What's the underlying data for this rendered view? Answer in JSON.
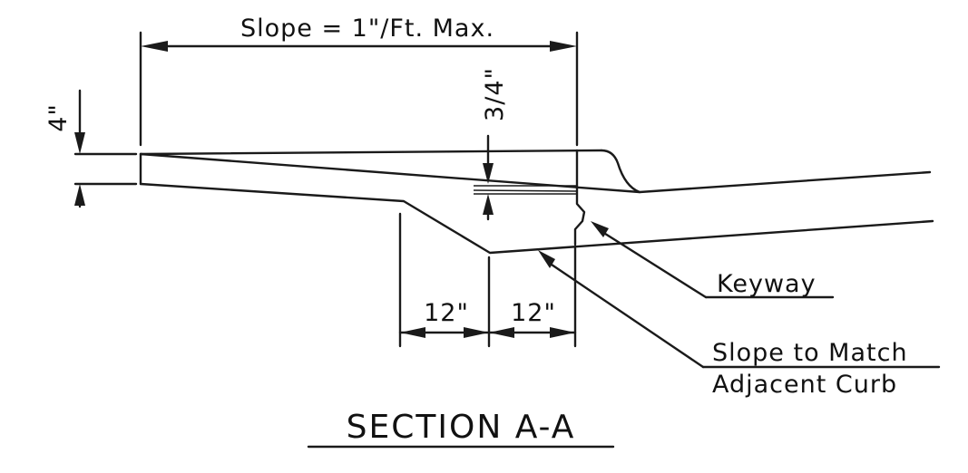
{
  "diagram": {
    "slope_label": "Slope = 1\"/Ft. Max.",
    "thickness_label": "4\"",
    "drop_label": "3/4\"",
    "width_left_label": "12\"",
    "width_right_label": "12\"",
    "keyway_label": "Keyway",
    "slope_match_line1": "Slope to Match",
    "slope_match_line2": "Adjacent Curb",
    "section_title": "SECTION A-A"
  },
  "colors": {
    "ink": "#1a1a1a",
    "paper": "#ffffff"
  }
}
